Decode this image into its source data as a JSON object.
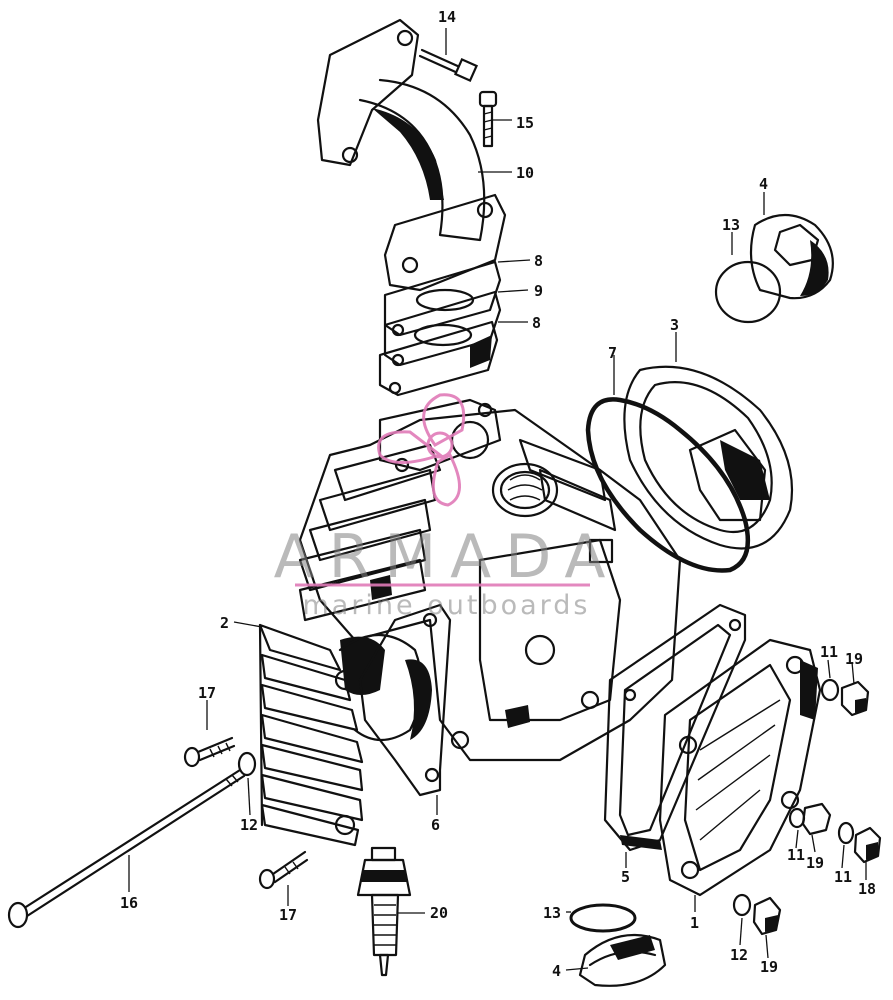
{
  "watermark": {
    "brand": "ARMADA",
    "tagline": "marine outboards",
    "brand_color": "#e07bb8"
  },
  "parts": {
    "p1": "1",
    "p2": "2",
    "p3": "3",
    "p4a": "4",
    "p4b": "4",
    "p5": "5",
    "p6": "6",
    "p7": "7",
    "p8a": "8",
    "p8b": "8",
    "p9": "9",
    "p10": "10",
    "p11a": "11",
    "p11b": "11",
    "p11c": "11",
    "p12a": "12",
    "p12b": "12",
    "p13a": "13",
    "p13b": "13",
    "p14": "14",
    "p15": "15",
    "p16": "16",
    "p17a": "17",
    "p17b": "17",
    "p18": "18",
    "p19a": "19",
    "p19b": "19",
    "p19c": "19",
    "p20": "20"
  }
}
